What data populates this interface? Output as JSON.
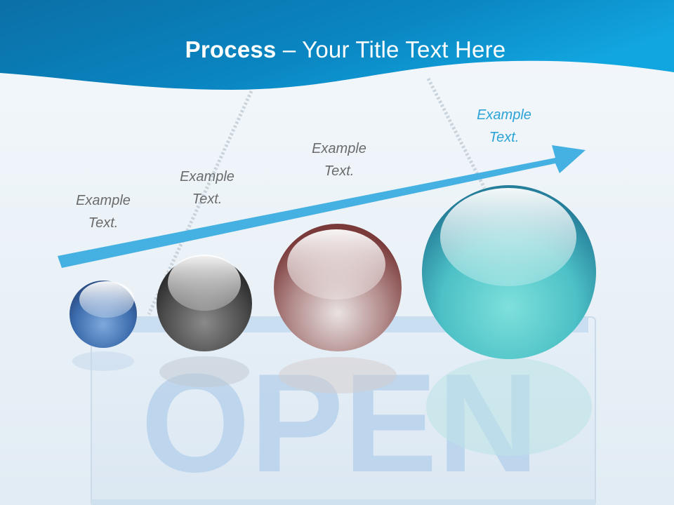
{
  "title": {
    "bold": "Process",
    "rest": " – Your Title Text Here"
  },
  "sign": {
    "text": "OPEN"
  },
  "steps": [
    {
      "line1": "Example",
      "line2": "Text."
    },
    {
      "line1": "Example",
      "line2": "Text."
    },
    {
      "line1": "Example",
      "line2": "Text."
    },
    {
      "line1": "Example",
      "line2": "Text."
    }
  ],
  "colors": {
    "header": "#0a7fb8",
    "arrow": "#45b1e3",
    "sphere_blue": "#3e6fb0",
    "sphere_gray": "#4a4a4a",
    "sphere_red": "#8a4545",
    "sphere_teal": "#2f9fb0",
    "label_text": "#6b6b6b",
    "label_accent": "#2ba3d6"
  }
}
